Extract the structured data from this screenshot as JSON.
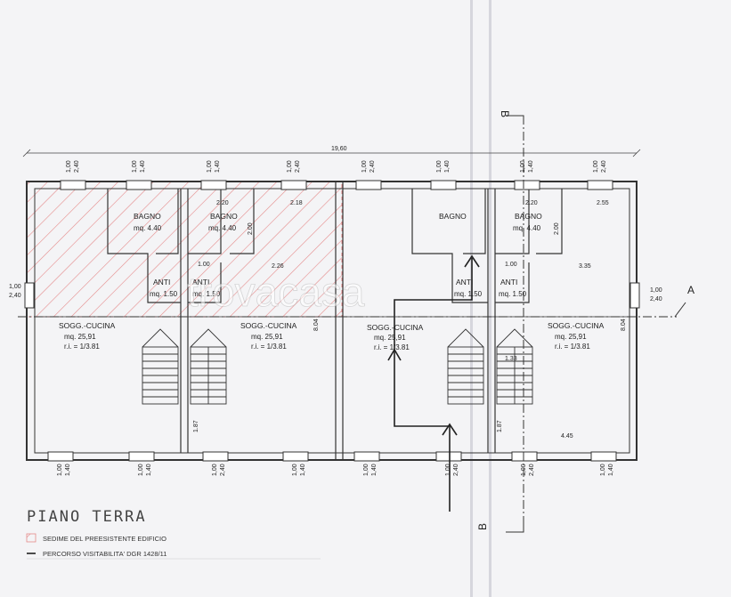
{
  "title": "PIANO TERRA",
  "overall_dim": "19,60",
  "legend": {
    "hatch_label": "SEDIME DEL PREESISTENTE EDIFICIO",
    "path_label": "PERCORSO VISITABILITA' DGR 1428/11"
  },
  "section_labels": {
    "b_top": "B",
    "b_bottom": "B",
    "a_right": "A"
  },
  "watermark": "trovacasa",
  "rooms": {
    "bagno_1_name": "BAGNO",
    "bagno_1_area": "mq. 4.40",
    "bagno_2_name": "BAGNO",
    "bagno_2_area": "mq. 4.40",
    "bagno_3_name": "BAGNO",
    "bagno_4_name": "BAGNO",
    "bagno_4_area": "mq. 4.40",
    "anti_1_name": "ANTI",
    "anti_1_area": "mq. 1.50",
    "anti_2_name": "ANTI",
    "anti_2_area": "mq. 1.50",
    "anti_3_name": "ANTI",
    "anti_3_area": "mq. 1.50",
    "anti_4_name": "ANTI",
    "anti_4_area": "mq. 1.50",
    "sogg_1_name": "SOGG.-CUCINA",
    "sogg_1_area": "mq. 25,91",
    "sogg_1_ri": "r.i. = 1/3.81",
    "sogg_2_name": "SOGG.-CUCINA",
    "sogg_2_area": "mq. 25,91",
    "sogg_2_ri": "r.i. = 1/3.81",
    "sogg_3_name": "SOGG.-CUCINA",
    "sogg_3_area": "mq. 25,91",
    "sogg_3_ri": "r.i. = 1/3.81",
    "sogg_4_name": "SOGG.-CUCINA",
    "sogg_4_area": "mq. 25,91",
    "sogg_4_ri": "r.i. = 1/3.81"
  },
  "dims": {
    "win_w": "1,00",
    "win_h": "2,40",
    "win_h2": "1,40",
    "d_220": "2.20",
    "d_218": "2.18",
    "d_255": "2.55",
    "d_226": "2.26",
    "d_335": "3.35",
    "d_445": "4.45",
    "d_100": "1.00",
    "d_200": "2.00",
    "d_804": "8.04",
    "d_187": "1.87",
    "d_133": "1.33"
  }
}
